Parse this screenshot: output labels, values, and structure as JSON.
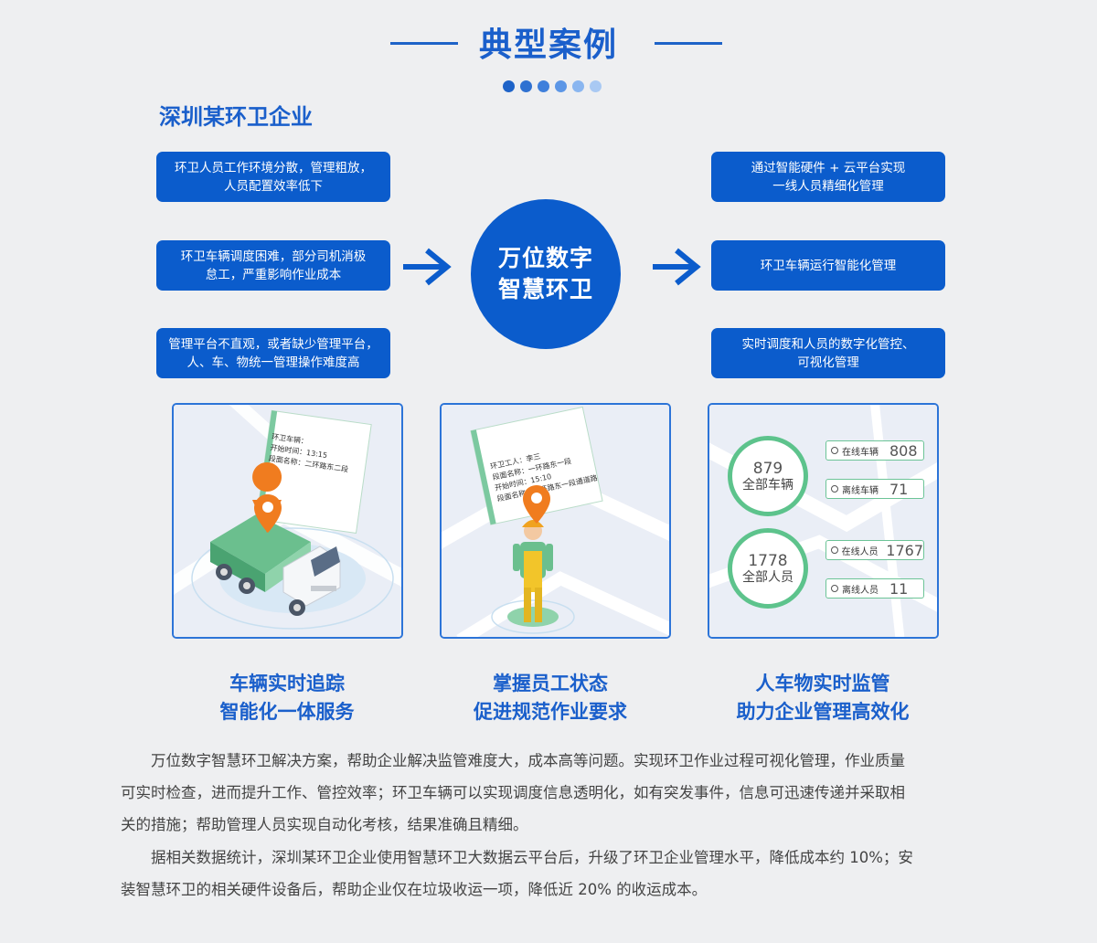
{
  "header": {
    "title": "典型案例",
    "company": "深圳某环卫企业"
  },
  "colors": {
    "primary": "#0b5ccc",
    "accent_green": "#5dc38c",
    "dots": [
      "#1e63c8",
      "#2f71d1",
      "#3f7fdb",
      "#5c96e6",
      "#8ab6f0",
      "#a9c9f3"
    ]
  },
  "problems": [
    {
      "line1": "环卫人员工作环境分散，管理粗放，",
      "line2": "人员配置效率低下"
    },
    {
      "line1": "环卫车辆调度困难，部分司机消极",
      "line2": "怠工，严重影响作业成本"
    },
    {
      "line1": "管理平台不直观，或者缺少管理平台，",
      "line2": "人、车、物统一管理操作难度高"
    }
  ],
  "center": {
    "line1": "万位数字",
    "line2": "智慧环卫"
  },
  "solutions": [
    {
      "line1": "通过智能硬件 + 云平台实现",
      "line2": "一线人员精细化管理"
    },
    {
      "line1": "环卫车辆运行智能化管理",
      "line2": ""
    },
    {
      "line1": "实时调度和人员的数字化管控、",
      "line2": "可视化管理"
    }
  ],
  "panels": {
    "truck": {
      "card_lines": [
        "环卫车辆：",
        "开始时间：13:15",
        "段面名称：二环路东二段"
      ]
    },
    "worker": {
      "card_lines": [
        "环卫工人：李三",
        "段面名称：一环路东一段",
        "开始时间：15:10",
        "段面名称：一环路东一段通道路"
      ]
    },
    "stats": {
      "vehicles": {
        "total": "879",
        "total_label": "全部车辆",
        "online_label": "在线车辆",
        "online": "808",
        "offline_label": "离线车辆",
        "offline": "71"
      },
      "people": {
        "total": "1778",
        "total_label": "全部人员",
        "online_label": "在线人员",
        "online": "1767",
        "offline_label": "离线人员",
        "offline": "11"
      }
    }
  },
  "captions": [
    {
      "line1": "车辆实时追踪",
      "line2": "智能化一体服务"
    },
    {
      "line1": "掌握员工状态",
      "line2": "促进规范作业要求"
    },
    {
      "line1": "人车物实时监管",
      "line2": "助力企业管理高效化"
    }
  ],
  "paragraphs": [
    {
      "line1": "　　万位数字智慧环卫解决方案，帮助企业解决监管难度大，成本高等问题。实现环卫作业过程可视化管理，作业质量",
      "line2": "可实时检查，进而提升工作、管控效率；环卫车辆可以实现调度信息透明化，如有突发事件，信息可迅速传递并采取相",
      "line3": "关的措施；帮助管理人员实现自动化考核，结果准确且精细。"
    },
    {
      "line1": "　　据相关数据统计，深圳某环卫企业使用智慧环卫大数据云平台后，升级了环卫企业管理水平，降低成本约 10%；安",
      "line2": "装智慧环卫的相关硬件设备后，帮助企业仅在垃圾收运一项，降低近 20% 的收运成本。"
    }
  ]
}
